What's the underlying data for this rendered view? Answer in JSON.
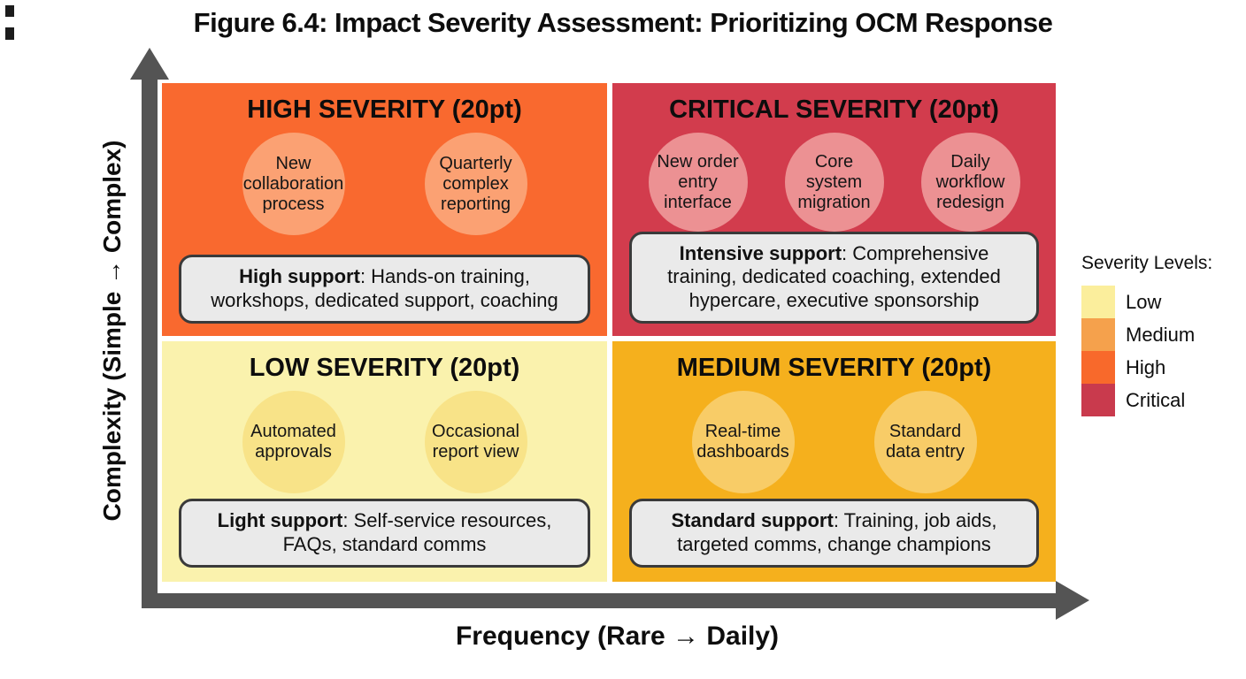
{
  "title": "Figure 6.4: Impact Severity Assessment: Prioritizing OCM Response",
  "axes": {
    "y_label": "Complexity (Simple → Complex)",
    "x_label": "Frequency (Rare → Daily)",
    "axis_color": "#545454"
  },
  "quadrants": [
    {
      "id": "high",
      "position": "top-left",
      "title": "HIGH SEVERITY (20pt)",
      "bg_color": "#F9692F",
      "circle_color": "#FBA173",
      "items": [
        "New collaboration process",
        "Quarterly complex reporting"
      ],
      "support_label": "High support",
      "support_text": ": Hands-on training, workshops, dedicated support, coaching"
    },
    {
      "id": "critical",
      "position": "top-right",
      "title": "CRITICAL SEVERITY (20pt)",
      "bg_color": "#D23C4D",
      "circle_color": "#EC9193",
      "items": [
        "New order entry interface",
        "Core system migration",
        "Daily workflow redesign"
      ],
      "support_label": "Intensive support",
      "support_text": ": Comprehensive training, dedicated coaching, extended hypercare, executive sponsorship"
    },
    {
      "id": "low",
      "position": "bottom-left",
      "title": "LOW SEVERITY (20pt)",
      "bg_color": "#FAF2AD",
      "circle_color": "#F8E388",
      "items": [
        "Automated approvals",
        "Occasional report view"
      ],
      "support_label": "Light support",
      "support_text": ": Self-service resources, FAQs, standard comms"
    },
    {
      "id": "medium",
      "position": "bottom-right",
      "title": "MEDIUM SEVERITY (20pt)",
      "bg_color": "#F5B01D",
      "circle_color": "#F8CC67",
      "items": [
        "Real-time dashboards",
        "Standard data entry"
      ],
      "support_label": "Standard support",
      "support_text": ": Training, job aids, targeted comms, change champions"
    }
  ],
  "legend": {
    "title": "Severity Levels:",
    "items": [
      {
        "label": "Low",
        "color": "#FBEE9C"
      },
      {
        "label": "Medium",
        "color": "#F5A14C"
      },
      {
        "label": "High",
        "color": "#F8692B"
      },
      {
        "label": "Critical",
        "color": "#C93A4D"
      }
    ]
  }
}
